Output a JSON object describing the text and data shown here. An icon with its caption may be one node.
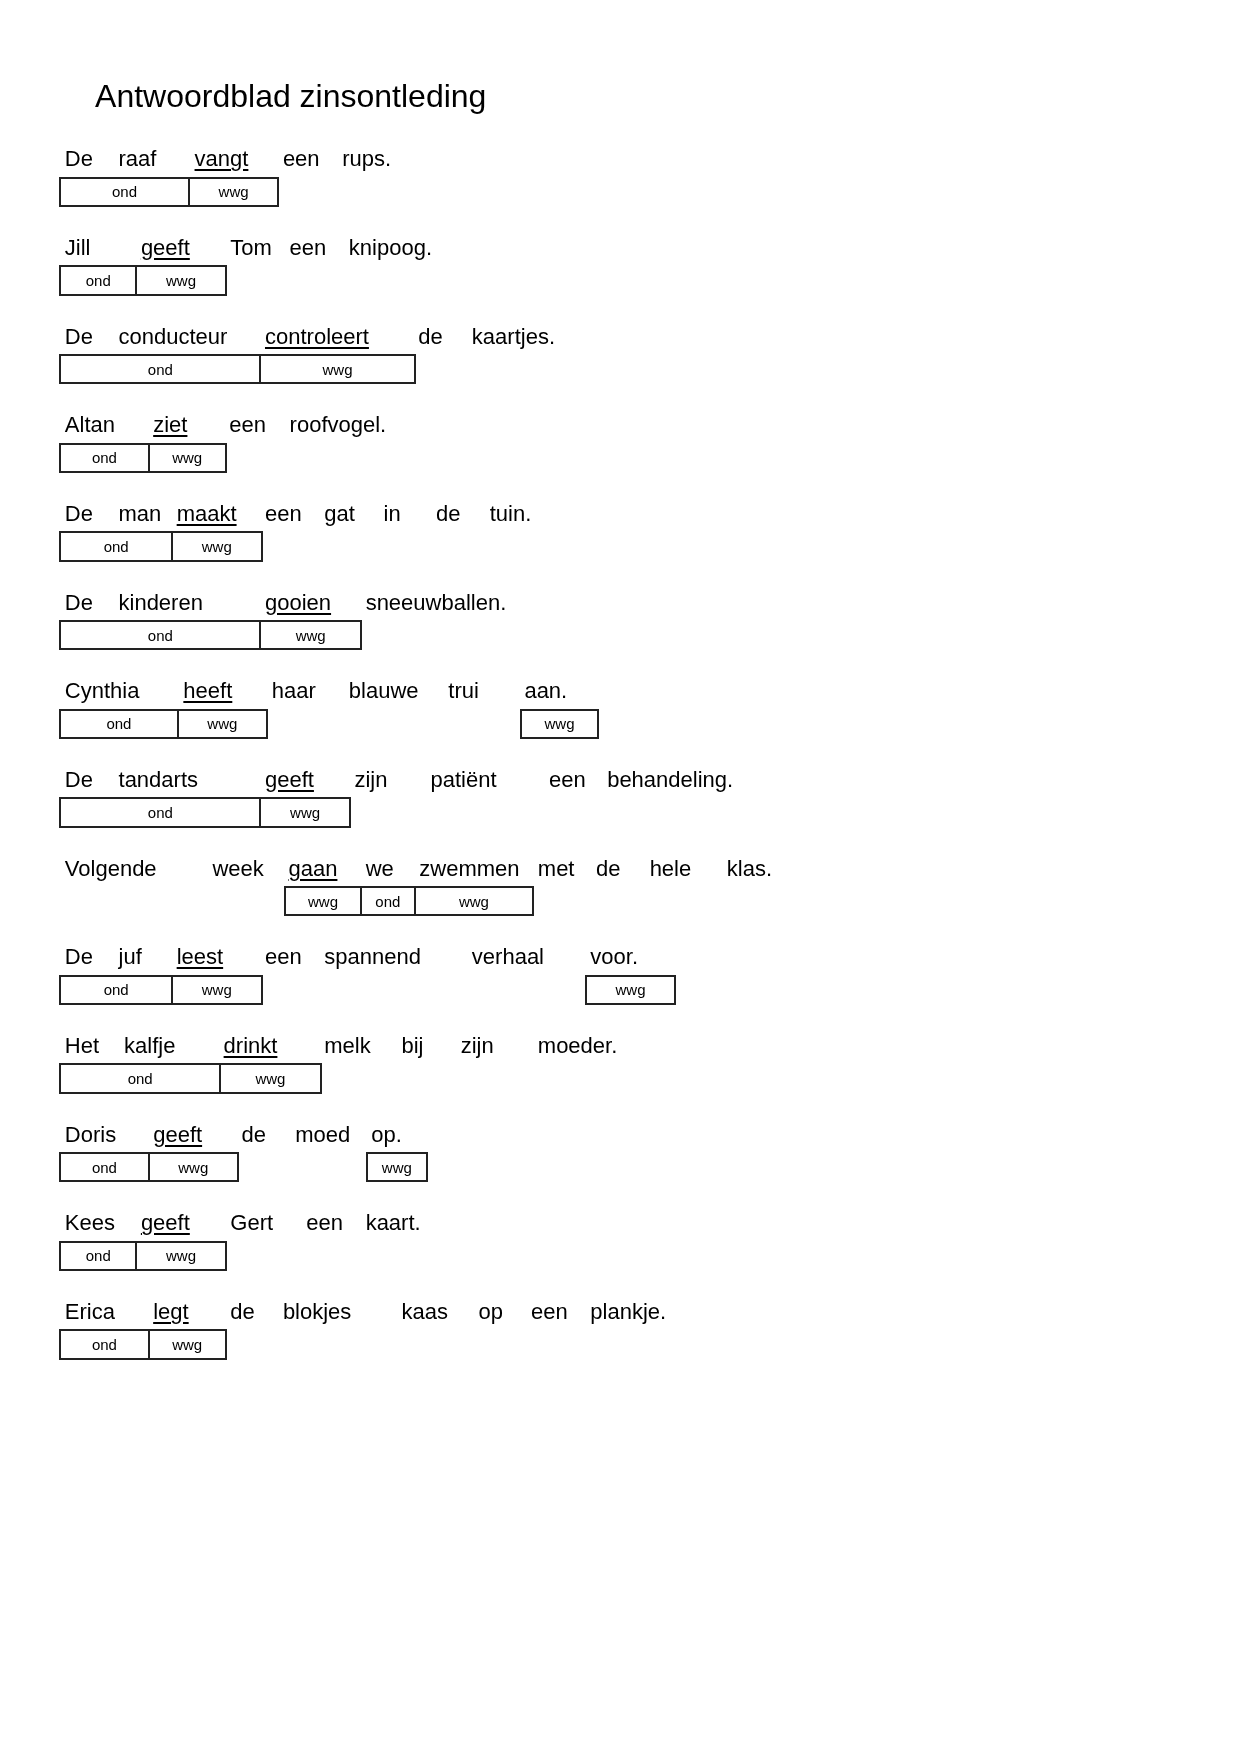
{
  "diagram": {
    "title": "Antwoordblad zinsontleding",
    "nodes": [
      {
        "text": [
          "ond"
        ]
      },
      {
        "text": [
          "wwg"
        ]
      },
      {
        "text": [
          "ond"
        ]
      },
      {
        "text": [
          "wwg"
        ]
      },
      {
        "text": [
          "ond"
        ]
      },
      {
        "text": [
          "wwg"
        ]
      },
      {
        "text": [
          "ond"
        ]
      },
      {
        "text": [
          "wwg"
        ]
      },
      {
        "text": [
          "ond"
        ]
      },
      {
        "text": [
          "wwg"
        ]
      },
      {
        "text": [
          "ond"
        ]
      },
      {
        "text": [
          "wwg"
        ]
      },
      {
        "text": [
          "ond"
        ]
      },
      {
        "text": [
          "wwg"
        ]
      },
      {
        "text": [
          "wwg"
        ]
      },
      {
        "text": [
          "ond"
        ]
      },
      {
        "text": [
          "wwg"
        ]
      },
      {
        "text": [
          "wwg"
        ]
      },
      {
        "text": [
          "ond"
        ]
      },
      {
        "text": [
          "wwg"
        ]
      },
      {
        "text": [
          "ond"
        ]
      },
      {
        "text": [
          "wwg"
        ]
      },
      {
        "text": [
          "wwg"
        ]
      },
      {
        "text": [
          "ond"
        ]
      },
      {
        "text": [
          "wwg"
        ]
      },
      {
        "text": [
          "ond"
        ]
      },
      {
        "text": [
          "wwg"
        ]
      },
      {
        "text": [
          "wwg"
        ]
      },
      {
        "text": [
          "ond"
        ]
      },
      {
        "text": [
          "wwg"
        ]
      },
      {
        "text": [
          "ond"
        ]
      },
      {
        "text": [
          "wwg"
        ]
      }
    ],
    "labels": [
      "De",
      "raaf",
      "vangt",
      "een",
      "rups.",
      "Jill",
      "geeft",
      "Tom",
      "een",
      "knipoog.",
      "De",
      "conducteur",
      "controleert",
      "de",
      "kaartjes.",
      "Altan",
      "ziet",
      "een",
      "roofvogel.",
      "De",
      "man",
      "maakt",
      "een",
      "gat",
      "in",
      "de",
      "tuin.",
      "De",
      "kinderen",
      "gooien",
      "sneeuwballen.",
      "Cynthia",
      "heeft",
      "haar",
      "blauwe",
      "trui",
      "aan.",
      "De",
      "tandarts",
      "geeft",
      "zijn",
      "patiënt",
      "een",
      "behandeling.",
      "Volgende",
      "week",
      "gaan",
      "we",
      "zwemmen",
      "met",
      "de",
      "hele",
      "klas.",
      "De",
      "juf",
      "leest",
      "een",
      "spannend",
      "verhaal",
      "voor.",
      "Het",
      "kalfje",
      "drinkt",
      "melk",
      "bij",
      "zijn",
      "moeder.",
      "Doris",
      "geeft",
      "de",
      "moed",
      "op.",
      "Kees",
      "geeft",
      "Gert",
      "een",
      "kaart.",
      "Erica",
      "legt",
      "de",
      "blokjes",
      "kaas",
      "op",
      "een",
      "plankje."
    ]
  }
}
